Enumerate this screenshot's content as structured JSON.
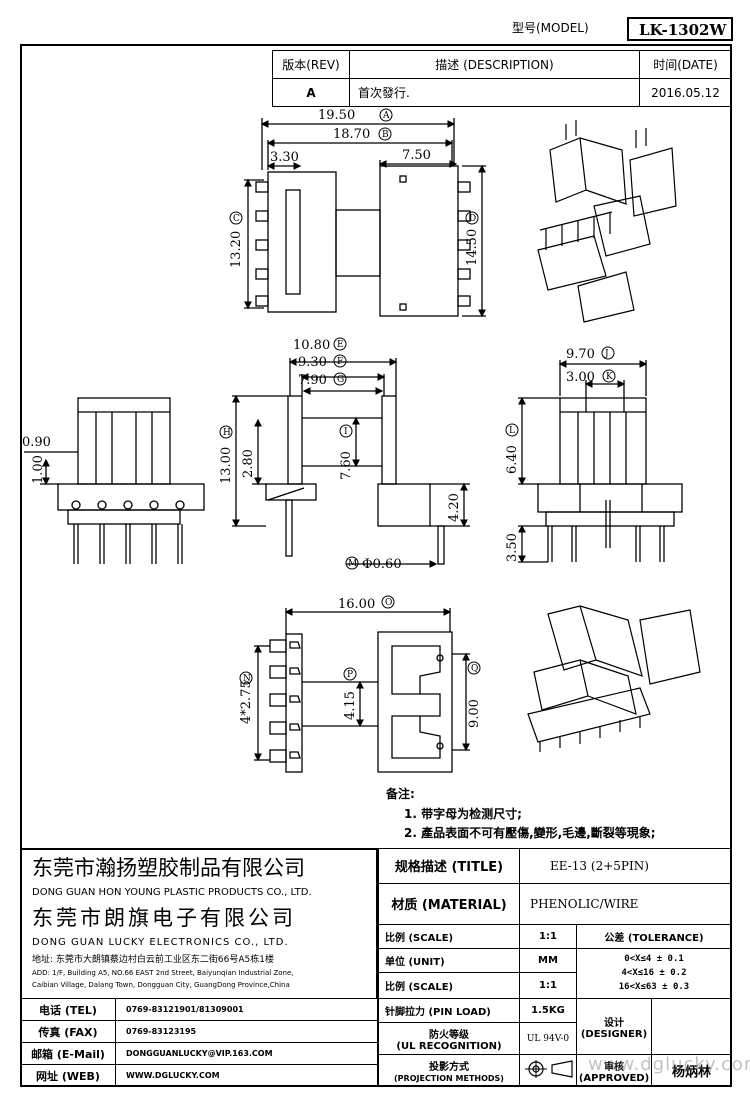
{
  "header": {
    "model_label": "型号(MODEL)",
    "model_value": "LK-1302W"
  },
  "revision": {
    "rev_label": "版本(REV)",
    "desc_label": "描述 (DESCRIPTION)",
    "date_label": "时间(DATE)",
    "rev_value": "A",
    "desc_value": "首次發行.",
    "date_value": "2016.05.12"
  },
  "dims": {
    "top_a": "19.50",
    "top_b": "18.70",
    "top_330": "3.30",
    "top_750": "7.50",
    "top_c": "13.20",
    "top_d": "14.50",
    "mid_e": "10.80",
    "mid_f": "9.30",
    "mid_g": "7.90",
    "mid_h": "13.00",
    "mid_i": "7.60",
    "mid_280": "2.80",
    "mid_420": "4.20",
    "mid_m": "Φ0.60",
    "left_090": "0.90",
    "left_100": "1.00",
    "right_j": "9.70",
    "right_k": "3.00",
    "right_l": "6.40",
    "right_350": "3.50",
    "bot_o": "16.00",
    "bot_n": "4*2.75",
    "bot_p": "4.15",
    "bot_q": "9.00",
    "letters": {
      "a": "A",
      "b": "B",
      "c": "C",
      "d": "D",
      "e": "E",
      "f": "F",
      "g": "G",
      "h": "H",
      "i": "I",
      "j": "J",
      "k": "K",
      "l": "L",
      "m": "M",
      "n": "N",
      "o": "O",
      "p": "P",
      "q": "Q"
    }
  },
  "notes": {
    "title": "备注:",
    "line1": "1. 带字母为检测尺寸;",
    "line2": "2. 產品表面不可有壓傷,變形,毛邊,斷裂等現象;"
  },
  "company": {
    "cn1": "东莞市瀚扬塑胶制品有限公司",
    "en1": "DONG GUAN HON YOUNG PLASTIC PRODUCTS CO., LTD.",
    "cn2": "东莞市朗旗电子有限公司",
    "en2": "DONG GUAN LUCKY ELECTRONICS CO., LTD.",
    "addr_cn": "地址: 东莞市大朗镇蔡边村白云前工业区东二街66号A5栋1楼",
    "addr_en1": "ADD: 1/F, Building A5, NO.66 EAST 2nd Street, Baiyunqian Industrial Zone,",
    "addr_en2": "Caibian Village, Dalang Town, Dongguan City, GuangDong Province,China"
  },
  "contact": {
    "tel_label": "电话 (TEL)",
    "tel_value": "0769-83121901/81309001",
    "fax_label": "传真 (FAX)",
    "fax_value": "0769-83123195",
    "mail_label": "邮箱 (E-Mail)",
    "mail_value": "DONGGUANLUCKY@VIP.163.COM",
    "web_label": "网址 (WEB)",
    "web_value": "WWW.DGLUCKY.COM"
  },
  "spec": {
    "title_label": "规格描述 (TITLE)",
    "title_value": "EE-13 (2+5PIN)",
    "material_label": "材质 (MATERIAL)",
    "material_value": "PHENOLIC/WIRE",
    "scale_label": "比例 (SCALE)",
    "scale_value": "1:1",
    "tolerance_label": "公差 (TOLERANCE)",
    "unit_label": "单位 (UNIT)",
    "unit_value": "MM",
    "scale2_label": "比例 (SCALE)",
    "scale2_value": "1:1",
    "tol1": "0<X≤4",
    "tol1v": "± 0.1",
    "tol2": "4<X≤16",
    "tol2v": "± 0.2",
    "tol3": "16<X≤63",
    "tol3v": "± 0.3",
    "pin_label": "针脚拉力 (PIN LOAD)",
    "pin_value": "1.5KG",
    "ul_label1": "防火等级",
    "ul_label2": "(UL RECOGNITION)",
    "ul_value": "UL 94V-0",
    "designer_label1": "设计",
    "designer_label2": "(DESIGNER)",
    "proj_label1": "投影方式",
    "proj_label2": "(PROJECTION METHODS)",
    "approved_label1": "审核",
    "approved_label2": "(APPROVED)",
    "approved_value": "杨炳林"
  },
  "watermark": "www.dglucky.com"
}
